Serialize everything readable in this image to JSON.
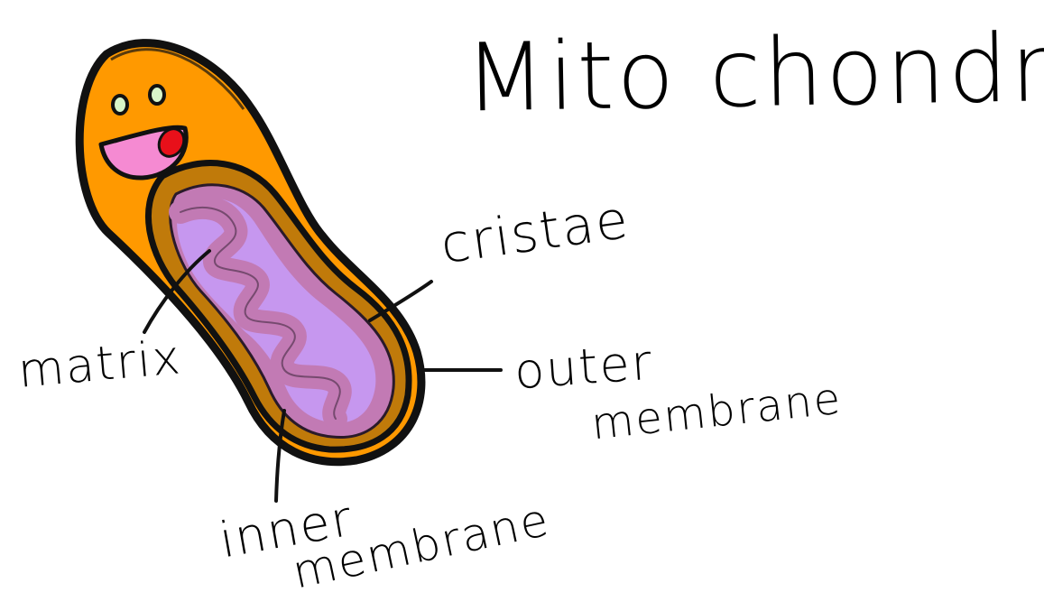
{
  "title": "Mito chondria",
  "labels": {
    "cristae": "cristae",
    "matrix": "matrix",
    "outer_membrane_line1": "outer",
    "outer_membrane_line2": "membrane",
    "inner_membrane_line1": "inner",
    "inner_membrane_line2": "membrane"
  },
  "colors": {
    "outer_body": "#ff9900",
    "intermembrane_space": "#c07a0a",
    "inner_membrane": "#c27ab4",
    "matrix": "#c79af5",
    "outline": "#111111",
    "face_mouth": "#f58ad2",
    "face_tongue": "#e8101a",
    "face_eyes": "#d8f5c8"
  },
  "icons": {
    "face": "smiling-face-icon"
  }
}
